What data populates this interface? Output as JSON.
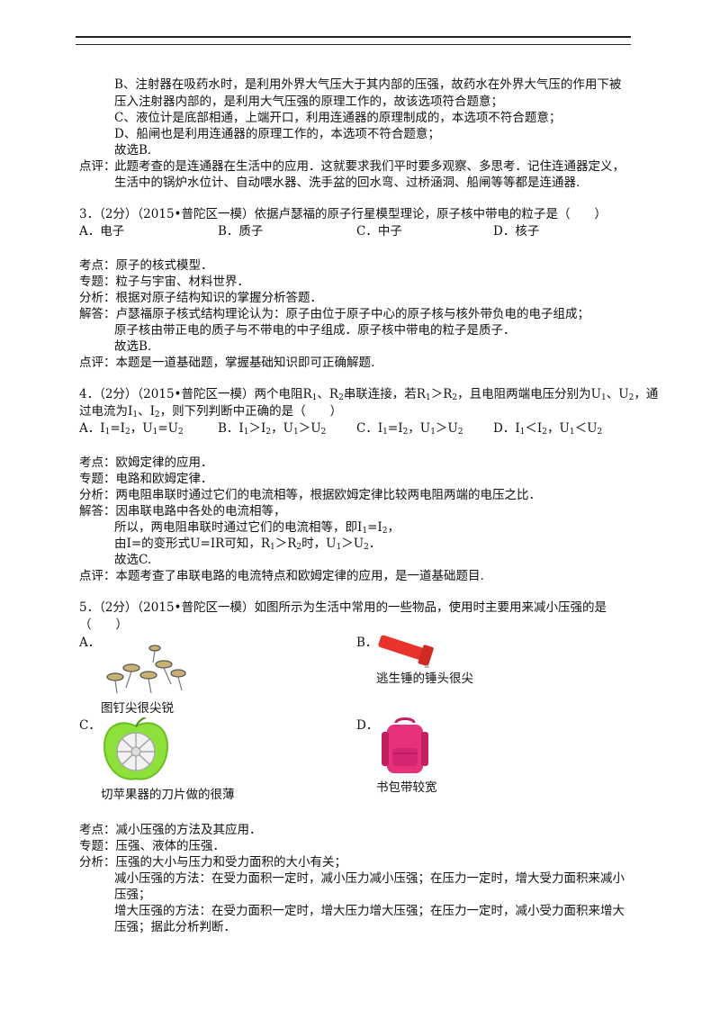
{
  "header_rules": true,
  "top_block": {
    "lines": [
      "B、注射器在吸药水时，是利用外界大气压大于其内部的压强，故药水在外界大气压的作用下被",
      "压入注射器内部的，是利用大气压强的原理工作的，故该选项符合题意；",
      "C、液位计是底部相通，上端开口，利用连通器的原理制成的，本选项不符合题意；",
      "D、船闸也是利用连通器的原理工作的，本选项不符合题意；",
      "故选B."
    ],
    "comment_label": "点评：",
    "comment_lines": [
      "此题考查的是连通器在生活中的应用．这就要求我们平时要多观察、多思考．记住连通器定义，",
      "生活中的锅炉水位计、自动喂水器、洗手盆的回水弯、过桥涵洞、船闸等等都是连通器."
    ]
  },
  "q3": {
    "stem": "3．（2分）（2015•普陀区一模）依据卢瑟福的原子行星模型理论，原子核中带电的粒子是（　　）",
    "options": [
      "A．电子",
      "B．质子",
      "C．中子",
      "D．核子"
    ],
    "kaodian": "考点：原子的核式模型．",
    "zhuanti": "专题：粒子与宇宙、材料世界．",
    "fenxi": "分析：根据对原子结构知识的掌握分析答题．",
    "jieda": [
      "解答：卢瑟福原子核式结构理论认为：原子由位于原子中心的原子核与核外带负电的电子组成；",
      "原子核由带正电的质子与不带电的中子组成．原子核中带电的粒子是质子．",
      "故选B."
    ],
    "dianping": "点评：本题是一道基础题，掌握基础知识即可正确解题."
  },
  "q4": {
    "stem_1a": "4．（2分）（2015•普陀区一模）两个电阻R",
    "stem_1b": "、R",
    "stem_1c": "串联连接，若R",
    "stem_1d": "＞R",
    "stem_1e": "，且电阻两端电压分别为U",
    "stem_1f": "、U",
    "stem_1g": "，通",
    "stem_2a": "过电流为I",
    "stem_2b": "、I",
    "stem_2c": "，则下列判断中正确的是（　　）",
    "sub1": "1",
    "sub2": "2",
    "opt_a": [
      "A．I",
      "=I",
      "，U",
      "=U"
    ],
    "opt_b": [
      "B．I",
      "＞I",
      "，U",
      "＞U"
    ],
    "opt_c": [
      "C．I",
      "=I",
      "，U",
      "＞U"
    ],
    "opt_d": [
      "D．I",
      "＜I",
      "，U",
      "＜U"
    ],
    "kaodian": "考点：欧姆定律的应用．",
    "zhuanti": "专题：电路和欧姆定律．",
    "fenxi": "分析：两电阻串联时通过它们的电流相等，根据欧姆定律比较两电阻两端的电压之比．",
    "jieda_1": "解答：因串联电路中各处的电流相等，",
    "jieda_2a": "所以，两电阻串联时通过它们的电流相等，即I",
    "jieda_2b": "=I",
    "jieda_2c": "，",
    "jieda_3a": "由I=的变形式U=IR可知，R",
    "jieda_3b": "＞R",
    "jieda_3c": "时，U",
    "jieda_3d": "＞U",
    "jieda_3e": "．",
    "jieda_4": "故选C.",
    "dianping": "点评：本题考查了串联电路的电流特点和欧姆定律的应用，是一道基础题目."
  },
  "q5": {
    "stem_1": "5．（2分）（2015•普陀区一模）如图所示为生活中常用的一些物品，使用时主要用来减小压强的是",
    "stem_2": "（　　）",
    "options": [
      {
        "label": "A．",
        "caption": "图钉尖很尖锐"
      },
      {
        "label": "B．",
        "caption": "逃生锤的锤头很尖"
      },
      {
        "label": "C．",
        "caption": "切苹果器的刀片做的很薄"
      },
      {
        "label": "D．",
        "caption": "书包带较宽"
      }
    ],
    "kaodian": "考点：减小压强的方法及其应用．",
    "zhuanti": "专题：压强、液体的压强．",
    "fenxi_lines": [
      "分析：压强的大小与压力和受力面积的大小有关；",
      "减小压强的方法：在受力面积一定时，减小压力减小压强；在压力一定时，增大受力面积来减小",
      "压强；",
      "增大压强的方法：在受力面积一定时，增大压力增大压强；在压力一定时，减小受力面积来增大",
      "压强；据此分析判断．"
    ]
  },
  "colors": {
    "hammer": "#e8322b",
    "apple": "#8ee03a",
    "backpack": "#e8317c"
  }
}
